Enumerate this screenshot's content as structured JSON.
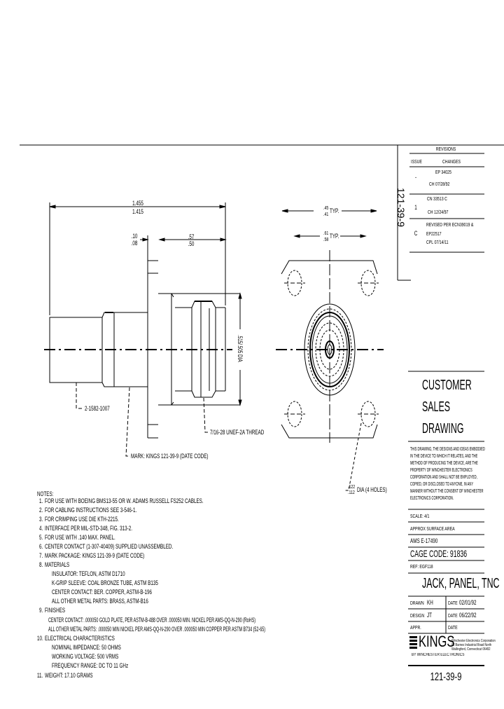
{
  "revisions": {
    "header": "REVISIONS",
    "col_issue": "ISSUE",
    "col_changes": "CHANGES",
    "drawing_number_vertical": "121-39-9",
    "rows": [
      {
        "issue": "-",
        "lines": [
          "EP 34025",
          "CH 07/28/92"
        ]
      },
      {
        "issue": "1",
        "lines": [
          "CN 33513 C",
          "CH 12/24/97"
        ]
      },
      {
        "issue": "C",
        "lines": [
          "REVISED PER ECN39019 &",
          "EP22517",
          "CPL 07/14/11"
        ]
      }
    ]
  },
  "side_view": {
    "overall_length": [
      "1.455",
      "1.415"
    ],
    "flange_thickness": [
      ".10",
      ".08"
    ],
    "front_length": [
      ".57",
      ".50"
    ],
    "diameter": ".515/.505 DIA",
    "callout_crimp": "2-1582-1007",
    "callout_mark": "MARK: KINGS 121-39-9 (DATE CODE)",
    "callout_thread": "7/16-28 UNEF-2A THREAD"
  },
  "front_view": {
    "dim_outer": [
      ".45",
      ".41"
    ],
    "dim_outer_suffix": "TYP.",
    "dim_inner": [
      ".61",
      ".58"
    ],
    "dim_inner_suffix": "TYP.",
    "hole_callout_values": [
      ".122",
      ".112"
    ],
    "hole_callout_suffix": "DIA (4 HOLES)"
  },
  "notes": {
    "title": "NOTES:",
    "items": [
      {
        "num": "1.",
        "text": "FOR USE WITH BOEING BMS13-55 OR W. ADAMS RUSSELL FS252 CABLES."
      },
      {
        "num": "2.",
        "text": "FOR CABLING INSTRUCTIONS SEE 3-546-1."
      },
      {
        "num": "3.",
        "text": "FOR CRIMPING USE DIE KTH-2215."
      },
      {
        "num": "4.",
        "text": "INTERFACE PER MIL-STD-348, FIG. 313-2."
      },
      {
        "num": "5.",
        "text": "FOR USE WITH .140 MAX. PANEL."
      },
      {
        "num": "6.",
        "text": "CENTER CONTACT (1-307-40409) SUPPLIED UNASSEMBLED."
      },
      {
        "num": "7.",
        "text": "MARK PACKAGE: KINGS 121-39-9 (DATE CODE)"
      },
      {
        "num": "8.",
        "text": "MATERIALS",
        "sub": [
          "INSULATOR: TEFLON, ASTM D1710",
          "K-GRIP SLEEVE: COAL BRONZE TUBE, ASTM B135",
          "CENTER CONTACT: BER. COPPER, ASTM-B-196",
          "ALL OTHER METAL PARTS: BRASS, ASTM-B16"
        ]
      },
      {
        "num": "9.",
        "text": "FINISHES",
        "sub": [
          "CENTER CONTACT: .000050 GOLD PLATE, PER ASTM-B-488 OVER .000050 MIN. NICKEL PER AMS-QQ-N-290 (RoHS)",
          "ALL OTHER METAL PARTS: .000050 MIN NICKEL PER AMS-QQ-N-290 OVER .000050 MIN COPPER PER ASTM B734 (52-65)"
        ]
      },
      {
        "num": "10.",
        "text": "ELECTRICAL CHARACTERISTICS",
        "sub": [
          "NOMINAL IMPEDANCE: 50 OHMS",
          "WORKING VOLTAGE: 500 VRMS",
          "FREQUENCY RANGE: DC TO 11 GHz"
        ]
      },
      {
        "num": "11.",
        "text": "WEIGHT: 17.10 GRAMS"
      }
    ]
  },
  "title_block": {
    "heading": [
      "CUSTOMER",
      "SALES",
      "DRAWING"
    ],
    "proprietary": [
      "THIS DRAWING, THE DESIGNS AND IDEAS EMBODIED",
      "IN THE DEVICE TO WHICH IT RELATES, AND THE",
      "METHOD OF PRODUCING THE DEVICE, ARE THE",
      "PROPERTY OF WINCHESTER ELECTRONICS",
      "CORPORATION AND SHALL NOT BE EMPLOYED,",
      "COPIED, OR DISCLOSED TO ANYONE, IN ANY",
      "MANNER WITHOUT THE CONSENT OF WINCHESTER",
      "ELECTRONICS CORPORATION."
    ],
    "scale": "SCALE: 4/1",
    "surface_area": "APPROX SURFACE AREA",
    "ams": "AMS E-17490",
    "cage_code": "CAGE CODE: 91836",
    "ref": "REF: EGF118",
    "part_title": "JACK, PANEL, TNC",
    "drawn_label": "DRAWN",
    "drawn_value": "KH",
    "drawn_date_label": "DATE",
    "drawn_date": "02/01/92",
    "design_label": "DESIGN",
    "design_value": "JT",
    "design_date_label": "DATE",
    "design_date": "06/22/92",
    "appr_label": "APPR.",
    "appr_date_label": "DATE",
    "logo_text": "KINGS",
    "logo_sub": "BY WINCHESTER ELECTRONICS",
    "company_lines": [
      "Winchester Electronics Corporation",
      "62 Barnes Industrial Road North",
      "Wallingford, Connecticut 06492"
    ],
    "drawing_number": "121-39-9"
  },
  "colors": {
    "ink": "#000000",
    "paper": "#ffffff"
  }
}
